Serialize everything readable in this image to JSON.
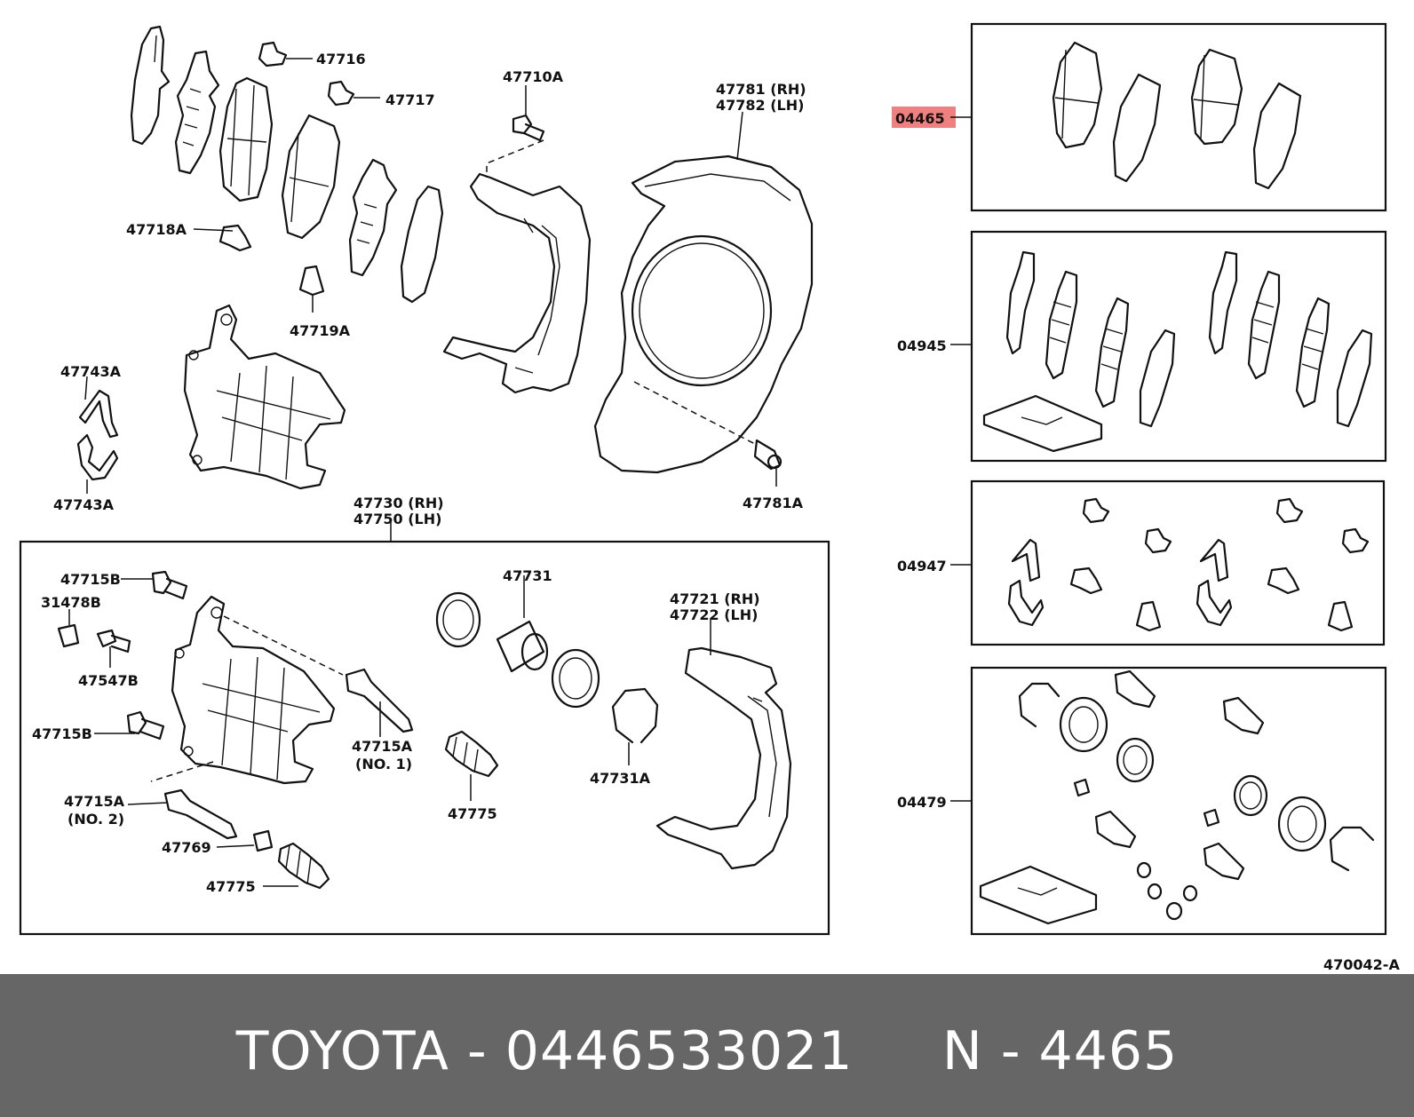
{
  "callouts": {
    "c47716": "47716",
    "c47717": "47717",
    "c47710A": "47710A",
    "c47781": "47781 (RH)",
    "c47782": "47782 (LH)",
    "c47718A": "47718A",
    "c47719A": "47719A",
    "c47743A_top": "47743A",
    "c47743A_bot": "47743A",
    "c47781A": "47781A",
    "c47730": "47730 (RH)",
    "c47750": "47750 (LH)",
    "c47715B_top": "47715B",
    "c31478B": "31478B",
    "c47547B": "47547B",
    "c47715B_bot": "47715B",
    "c47715A_1": "47715A",
    "c47715A_1_note": "(NO. 1)",
    "c47715A_2": "47715A",
    "c47715A_2_note": "(NO. 2)",
    "c47769": "47769",
    "c47775_left": "47775",
    "c47775_mid": "47775",
    "c47731": "47731",
    "c47731A": "47731A",
    "c47721": "47721 (RH)",
    "c47722": "47722 (LH)",
    "c04465": "04465",
    "c04945": "04945",
    "c04947": "04947",
    "c04479": "04479",
    "diagram_code": "470042-A"
  },
  "highlight_color": "#f08080",
  "footer": {
    "text": "TOYOTA - 0446533021     N - 4465"
  }
}
